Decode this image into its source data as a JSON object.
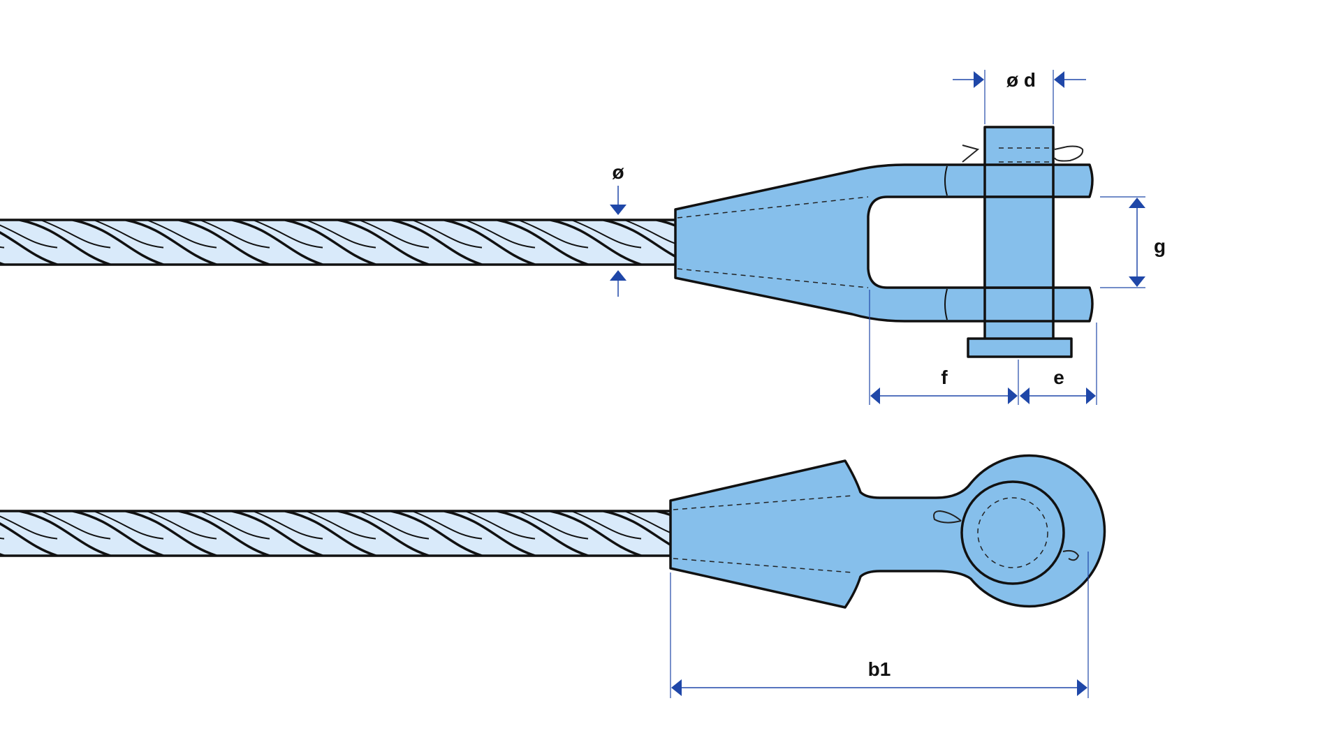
{
  "labels": {
    "rope_diameter": "ø",
    "pin_diameter": "ø d",
    "jaw_width": "g",
    "length_f": "f",
    "length_e": "e",
    "length_b1": "b1"
  },
  "colors": {
    "fitting_fill": "#86bfeb",
    "rope_fill": "#d9eafa",
    "outline": "#111111",
    "dimension": "#1f47a8",
    "background": "#ffffff"
  }
}
